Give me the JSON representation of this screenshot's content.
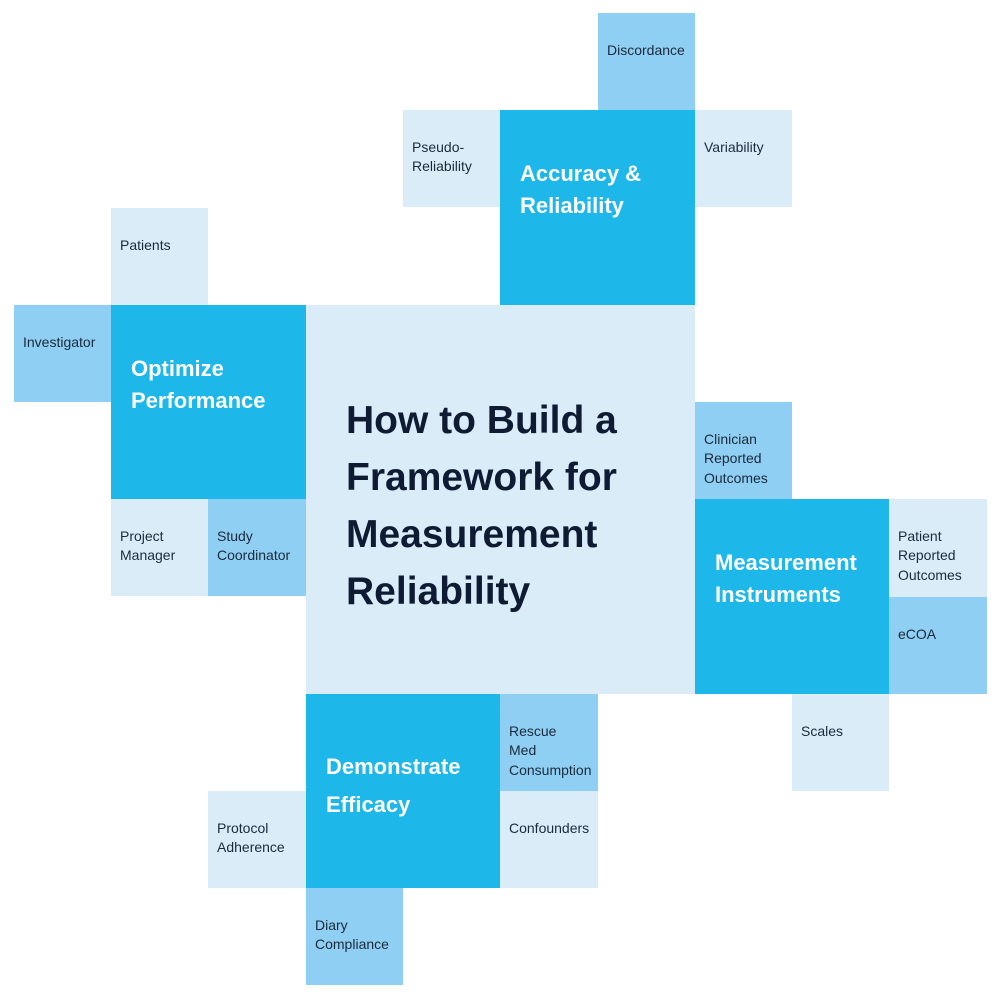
{
  "title": "How to Build a\nFramework for\nMeasurement\nReliability",
  "hubs": {
    "accuracy": "Accuracy &\nReliability",
    "optimize": "Optimize\nPerformance",
    "instruments": "Measurement\nInstruments",
    "efficacy": "Demonstrate\nEfficacy"
  },
  "items": {
    "discordance": "Discordance",
    "pseudo": "Pseudo-\nReliability",
    "variability": "Variability",
    "patients": "Patients",
    "investigator": "Investigator",
    "project_manager": "Project\nManager",
    "study_coordinator": "Study\nCoordinator",
    "clinician": "Clinician\nReported\nOutcomes",
    "patient_reported": "Patient\nReported\nOutcomes",
    "ecoa": "eCOA",
    "scales": "Scales",
    "rescue": "Rescue\nMed\nConsumption",
    "confounders": "Confounders",
    "protocol": "Protocol\nAdherence",
    "diary": "Diary\nCompliance"
  },
  "colors": {
    "light": "#dbecf9",
    "mid": "#8fcff3",
    "dark": "#1db7ea",
    "title_text": "#0f1b33"
  }
}
